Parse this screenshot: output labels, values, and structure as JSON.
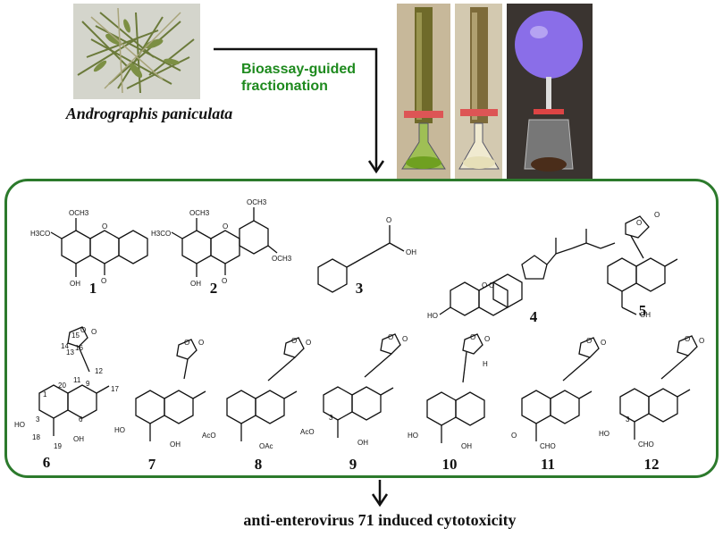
{
  "plant": {
    "name": "Andrographis paniculata"
  },
  "process": {
    "label_line1": "Bioassay-guided",
    "label_line2": "fractionation"
  },
  "result": {
    "label": "anti-enterovirus 71 induced cytotoxicity"
  },
  "compounds": [
    {
      "number": "1",
      "substituents": [
        "OCH3",
        "H3CO",
        "OH",
        "O",
        "O"
      ]
    },
    {
      "number": "2",
      "substituents": [
        "OCH3",
        "OCH3",
        "H3CO",
        "OCH3",
        "OH",
        "O",
        "O"
      ]
    },
    {
      "number": "3",
      "substituents": [
        "O",
        "OH"
      ]
    },
    {
      "number": "4",
      "substituents": [
        "HO",
        "O",
        "O"
      ]
    },
    {
      "number": "5",
      "substituents": [
        "O",
        "O",
        "OH"
      ]
    },
    {
      "number": "6",
      "substituents": [
        "O",
        "O",
        "15",
        "14",
        "13",
        "12",
        "11",
        "16",
        "17",
        "20",
        "9",
        "1",
        "3",
        "HO",
        "18",
        "19",
        "OH",
        "6"
      ]
    },
    {
      "number": "7",
      "substituents": [
        "O",
        "O",
        "HO",
        "OH"
      ]
    },
    {
      "number": "8",
      "substituents": [
        "O",
        "O",
        "AcO",
        "OAc"
      ]
    },
    {
      "number": "9",
      "substituents": [
        "O",
        "O",
        "AcO",
        "3",
        "OH"
      ]
    },
    {
      "number": "10",
      "substituents": [
        "O",
        "O",
        "H",
        "HO",
        "OH"
      ]
    },
    {
      "number": "11",
      "substituents": [
        "O",
        "O",
        "O",
        "CHO"
      ]
    },
    {
      "number": "12",
      "substituents": [
        "O",
        "O",
        "HO",
        "3",
        "CHO"
      ]
    }
  ],
  "colors": {
    "frame": "#2c7a2c",
    "green_text": "#1e8a1e",
    "balloon": "#8a6ee8"
  }
}
